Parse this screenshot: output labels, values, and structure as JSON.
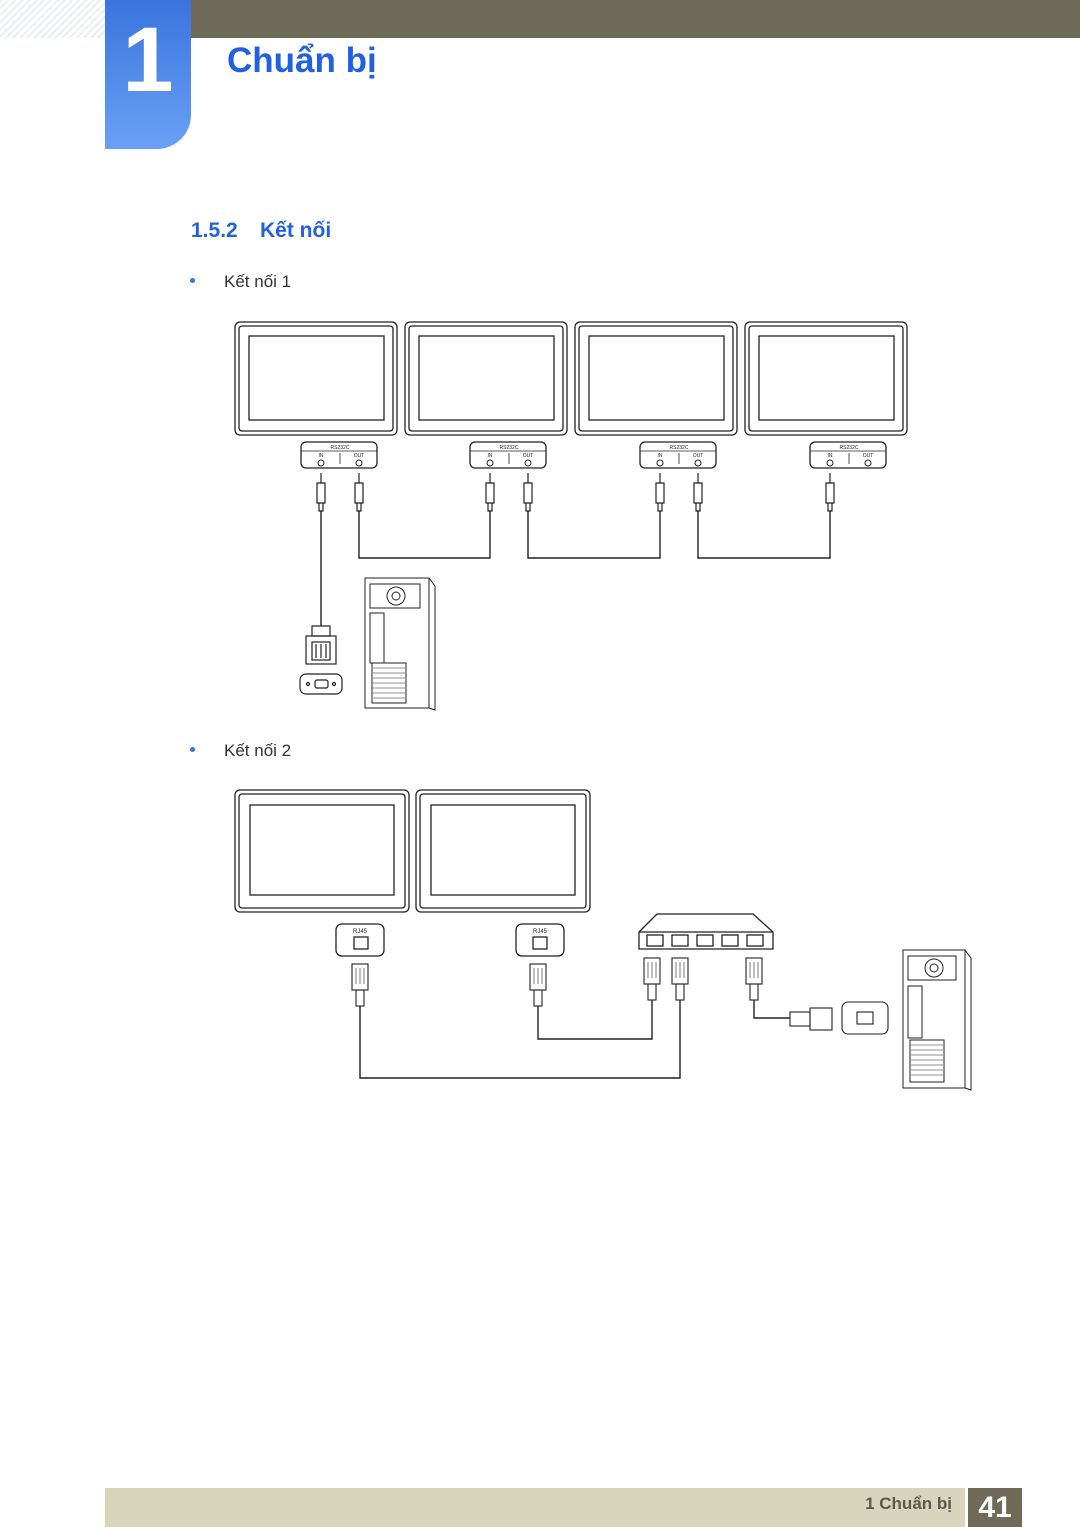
{
  "header": {
    "chapter_number": "1",
    "chapter_title": "Chuẩn bị",
    "accent_color": "#1f61e0",
    "bar_color": "#6e6c58"
  },
  "section": {
    "number": "1.5.2",
    "title": "Kết nối"
  },
  "connections": [
    {
      "label": "Kết nối 1",
      "port_group_label": "RS232C",
      "in_label": "IN",
      "out_label": "OUT",
      "monitor_count": 4
    },
    {
      "label": "Kết nối 2",
      "port_label": "RJ45",
      "monitor_count": 2,
      "hub_ports": 5
    }
  ],
  "footer": {
    "chapter_label": "1 Chuẩn bị",
    "page_number": "41"
  }
}
